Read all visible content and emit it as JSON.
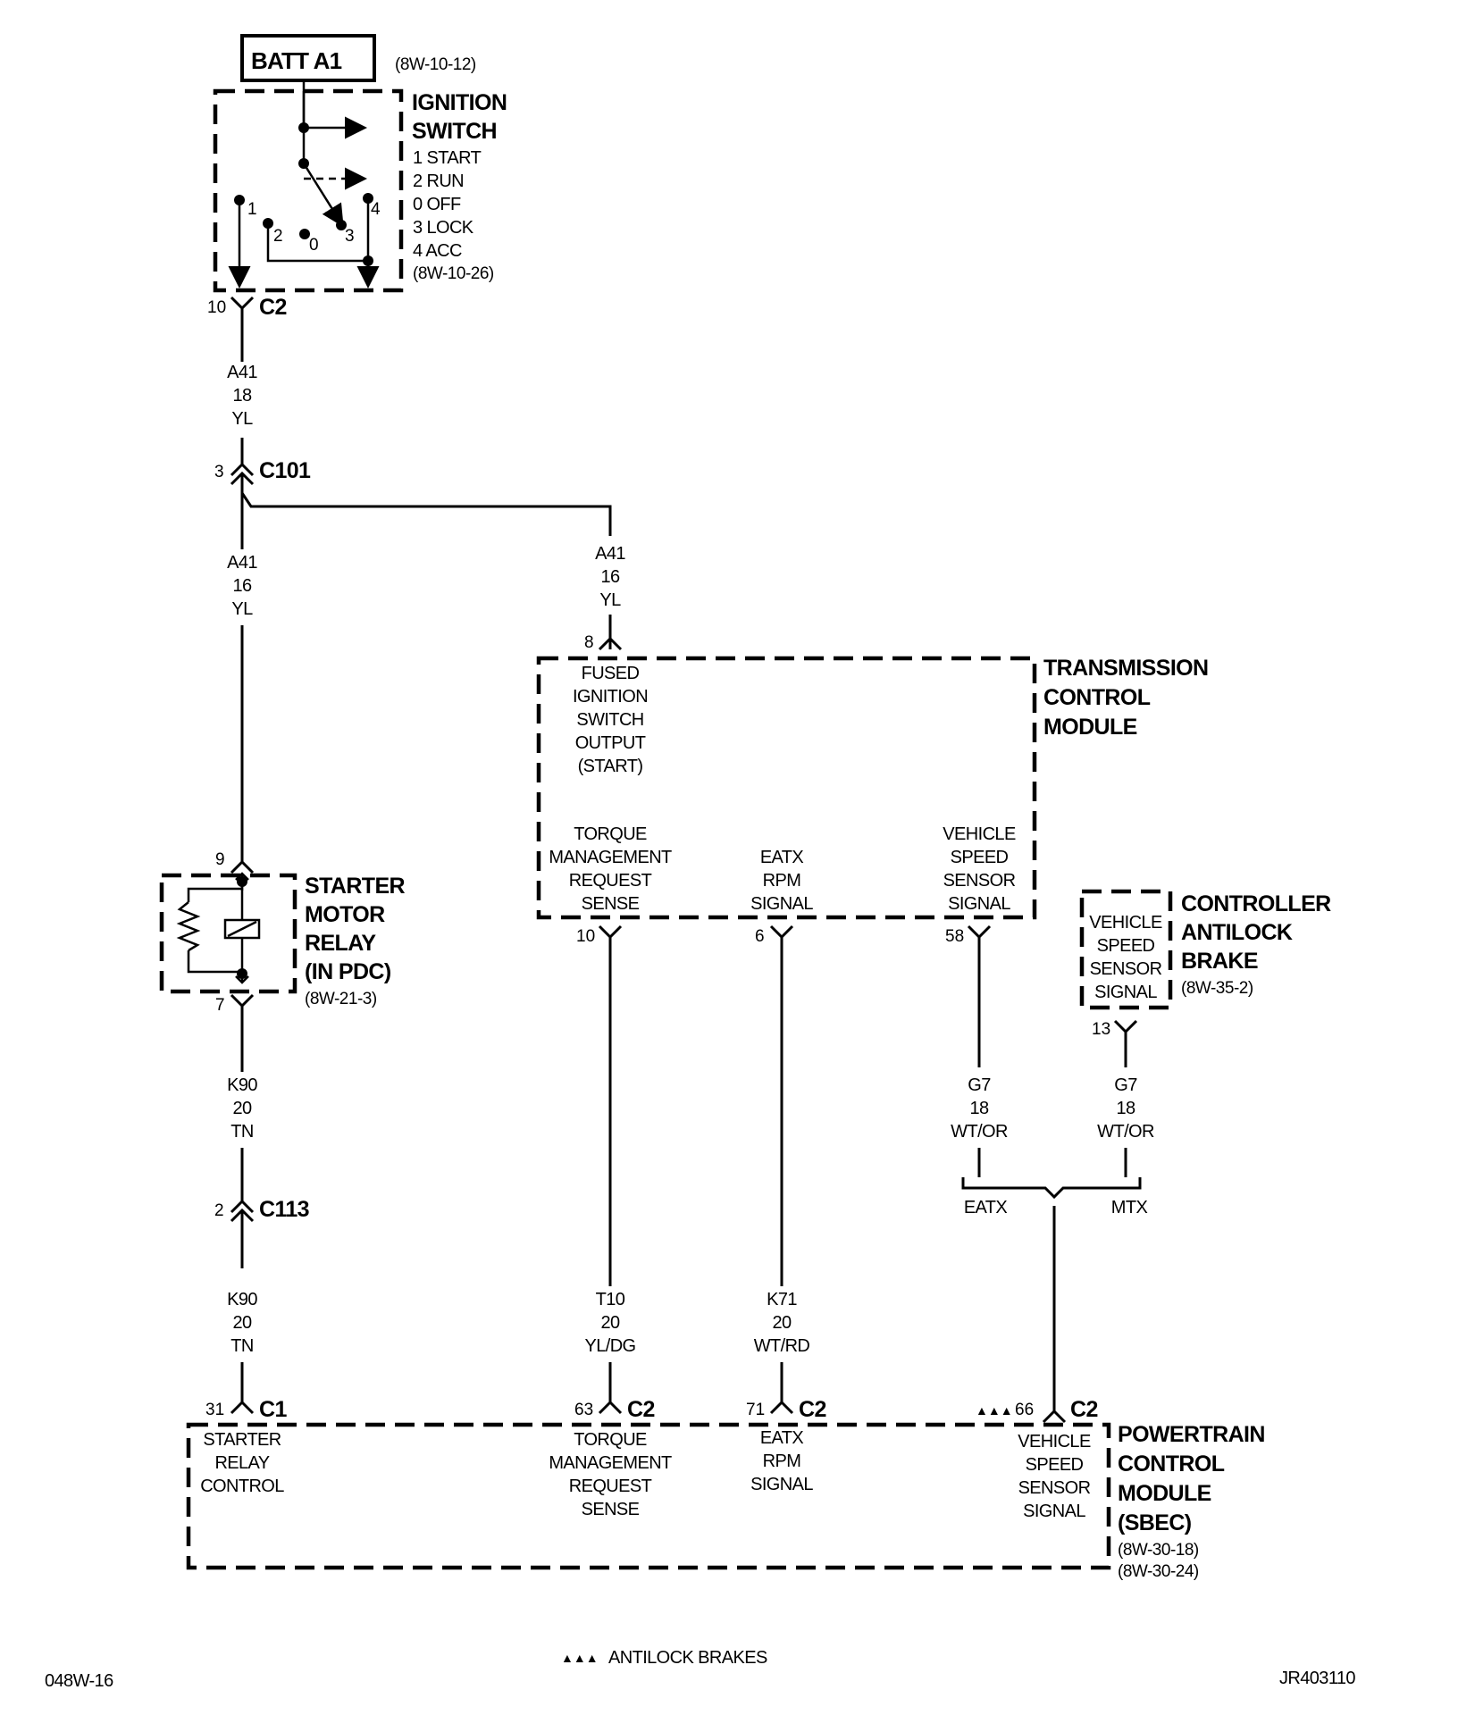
{
  "diagram": {
    "batt": {
      "label": "BATT A1",
      "ref": "(8W-10-12)"
    },
    "ignition_switch": {
      "name": [
        "IGNITION",
        "SWITCH"
      ],
      "positions": [
        "1 START",
        "2 RUN",
        "0 OFF",
        "3 LOCK",
        "4 ACC"
      ],
      "ref": "(8W-10-26)",
      "terminals": [
        "1",
        "2",
        "0",
        "3",
        "4"
      ]
    },
    "c2_top": {
      "pin": "10",
      "name": "C2"
    },
    "wire_a41_18": [
      "A41",
      "18",
      "YL"
    ],
    "c101": {
      "pin": "3",
      "name": "C101"
    },
    "wire_a41_16_left": [
      "A41",
      "16",
      "YL"
    ],
    "wire_a41_16_right": [
      "A41",
      "16",
      "YL"
    ],
    "tcm": {
      "name": [
        "TRANSMISSION",
        "CONTROL",
        "MODULE"
      ],
      "pin_in": "8",
      "in_label": [
        "FUSED",
        "IGNITION",
        "SWITCH",
        "OUTPUT",
        "(START)"
      ],
      "outputs": [
        {
          "pin": "10",
          "label": [
            "TORQUE",
            "MANAGEMENT",
            "REQUEST",
            "SENSE"
          ]
        },
        {
          "pin": "6",
          "label": [
            "EATX",
            "RPM",
            "SIGNAL"
          ]
        },
        {
          "pin": "58",
          "label": [
            "VEHICLE",
            "SPEED",
            "SENSOR",
            "SIGNAL"
          ]
        }
      ]
    },
    "starter_relay": {
      "name": [
        "STARTER",
        "MOTOR",
        "RELAY",
        "(IN PDC)"
      ],
      "ref": "(8W-21-3)",
      "pin_top": "9",
      "pin_bottom": "7"
    },
    "abs": {
      "name": [
        "CONTROLLER",
        "ANTILOCK",
        "BRAKE"
      ],
      "ref": "(8W-35-2)",
      "label": [
        "VEHICLE",
        "SPEED",
        "SENSOR",
        "SIGNAL"
      ],
      "pin": "13"
    },
    "wire_k90_upper": [
      "K90",
      "20",
      "TN"
    ],
    "c113": {
      "pin": "2",
      "name": "C113"
    },
    "wire_k90_lower": [
      "K90",
      "20",
      "TN"
    ],
    "wire_t10": [
      "T10",
      "20",
      "YL/DG"
    ],
    "wire_k71": [
      "K71",
      "20",
      "WT/RD"
    ],
    "wire_g7_tcm": [
      "G7",
      "18",
      "WT/OR"
    ],
    "wire_g7_abs": [
      "G7",
      "18",
      "WT/OR"
    ],
    "splice": {
      "left": "EATX",
      "right": "MTX"
    },
    "pcm": {
      "name": [
        "POWERTRAIN",
        "CONTROL",
        "MODULE",
        "(SBEC)"
      ],
      "refs": [
        "(8W-30-18)",
        "(8W-30-24)"
      ],
      "inputs": [
        {
          "pin": "31",
          "conn": "C1",
          "label": [
            "STARTER",
            "RELAY",
            "CONTROL"
          ]
        },
        {
          "pin": "63",
          "conn": "C2",
          "label": [
            "TORQUE",
            "MANAGEMENT",
            "REQUEST",
            "SENSE"
          ]
        },
        {
          "pin": "71",
          "conn": "C2",
          "label": [
            "EATX",
            "RPM",
            "SIGNAL"
          ]
        },
        {
          "pin": "66",
          "conn": "C2",
          "label": [
            "VEHICLE",
            "SPEED",
            "SENSOR",
            "SIGNAL"
          ]
        }
      ]
    },
    "footnote": {
      "symbol": "▲▲▲",
      "text": "ANTILOCK BRAKES"
    },
    "page_id": "048W-16",
    "drawing_id": "JR403110"
  }
}
